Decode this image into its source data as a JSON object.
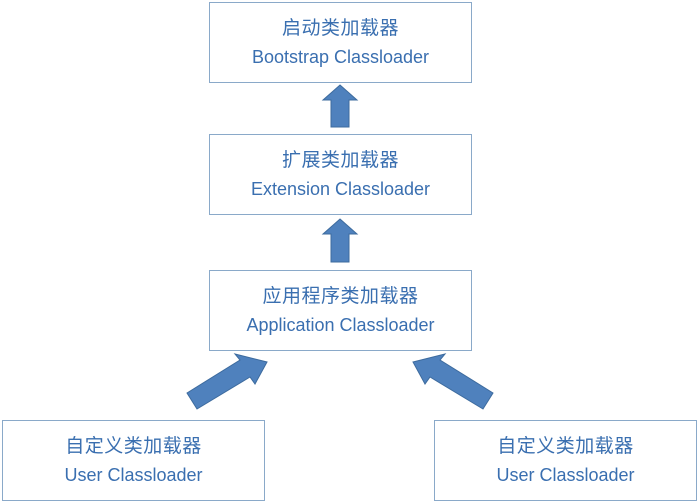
{
  "nodes": {
    "bootstrap": {
      "zh": "启动类加载器",
      "en": "Bootstrap Classloader"
    },
    "extension": {
      "zh": "扩展类加载器",
      "en": "Extension Classloader"
    },
    "application": {
      "zh": "应用程序类加载器",
      "en": "Application Classloader"
    },
    "user_left": {
      "zh": "自定义类加载器",
      "en": "User Classloader"
    },
    "user_right": {
      "zh": "自定义类加载器",
      "en": "User Classloader"
    }
  },
  "edges": [
    {
      "from": "extension",
      "to": "bootstrap"
    },
    {
      "from": "application",
      "to": "extension"
    },
    {
      "from": "user_left",
      "to": "application"
    },
    {
      "from": "user_right",
      "to": "application"
    }
  ],
  "colors": {
    "box_border": "#8aa9c9",
    "text": "#3a6fb0",
    "arrow_fill": "#4f81bd"
  }
}
